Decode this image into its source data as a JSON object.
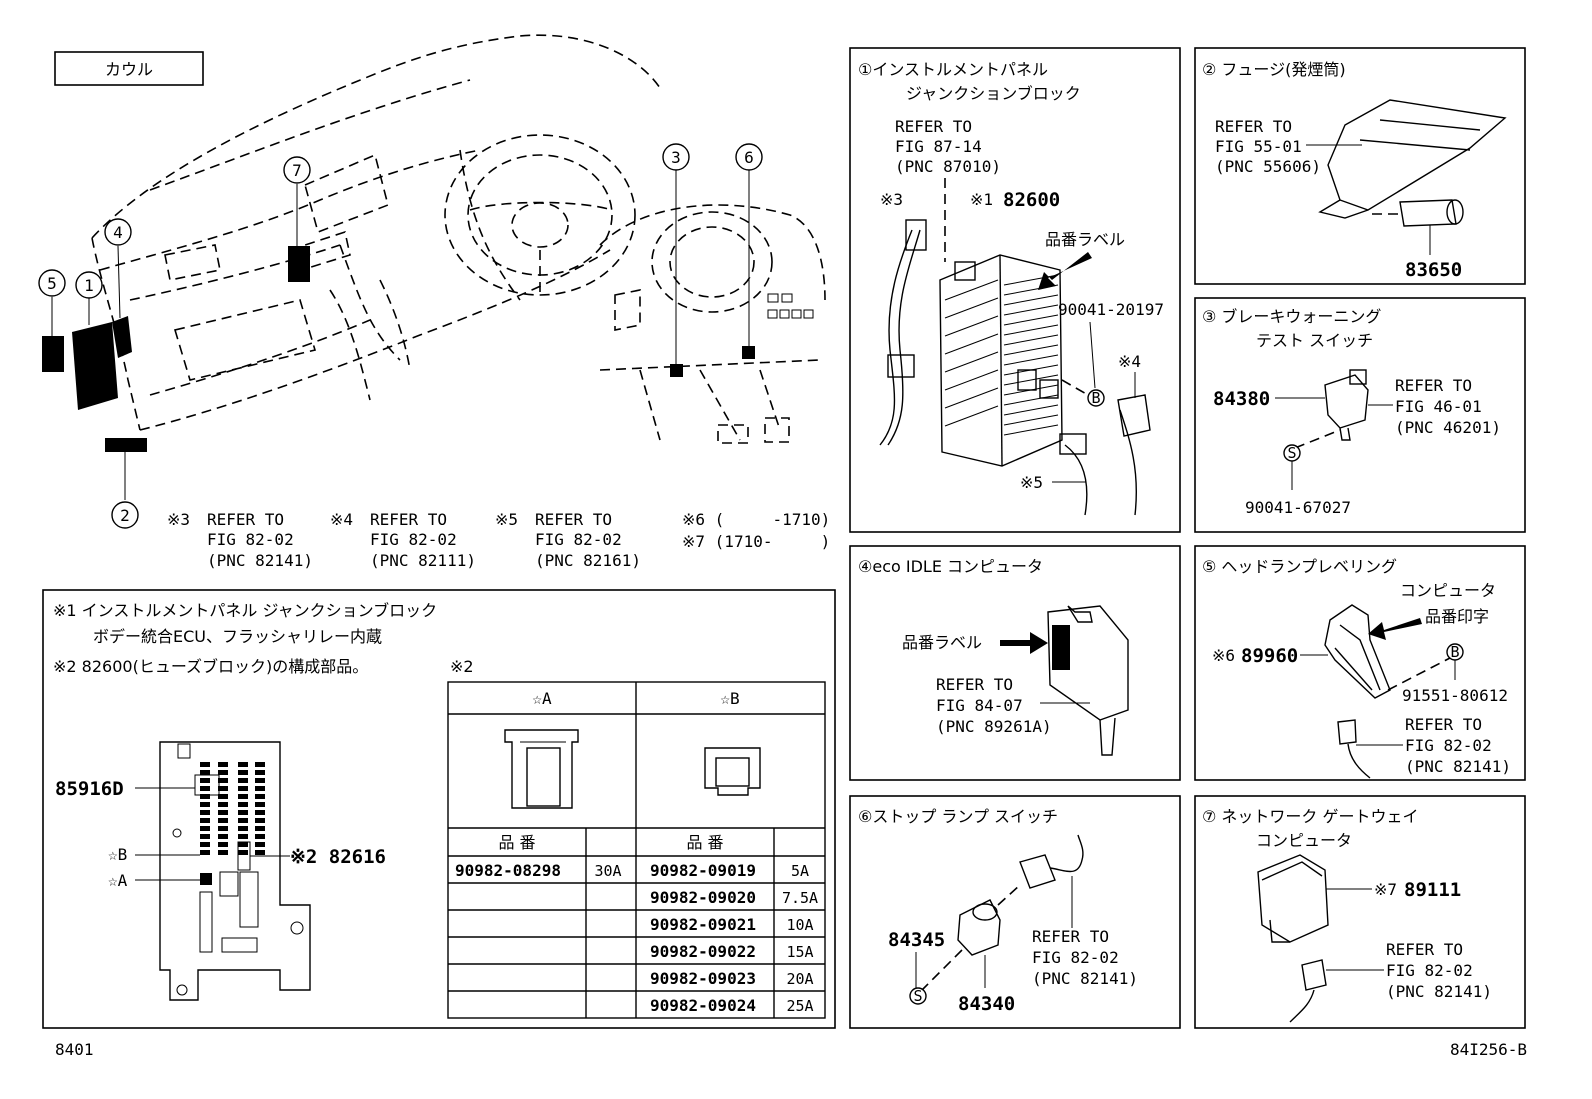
{
  "main": {
    "cowl_label": "カウル",
    "callouts": [
      "⑤",
      "①",
      "④",
      "⑦",
      "②",
      "③",
      "⑥"
    ],
    "refs": [
      {
        "mark": "※3",
        "l1": "REFER TO",
        "l2": "FIG 82-02",
        "l3": "(PNC 82141)"
      },
      {
        "mark": "※4",
        "l1": "REFER TO",
        "l2": "FIG 82-02",
        "l3": "(PNC 82111)"
      },
      {
        "mark": "※5",
        "l1": "REFER TO",
        "l2": "FIG 82-02",
        "l3": "(PNC 82161)"
      }
    ],
    "note6": "※6 (     -1710)",
    "note7": "※7 (1710-     )"
  },
  "notes": {
    "n1_l1": "※1 インストルメントパネル ジャンクションブロック",
    "n1_l2": "ボデー統合ECU、フラッシャリレー内蔵",
    "n2": "※2 82600(ヒューズブロック)の構成部品。",
    "n2_tag": "※2",
    "part_85916d": "85916D",
    "star_b": "☆B",
    "star_a": "☆A",
    "part_82616": "※2 82616"
  },
  "fuse_table": {
    "head_a": "☆A",
    "head_b": "☆B",
    "sub_a": "品 番",
    "sub_b": "品 番",
    "rows": [
      {
        "pa": "90982-08298",
        "aa": "30A",
        "pb": "90982-09019",
        "ab": "5A"
      },
      {
        "pa": "",
        "aa": "",
        "pb": "90982-09020",
        "ab": "7.5A"
      },
      {
        "pa": "",
        "aa": "",
        "pb": "90982-09021",
        "ab": "10A"
      },
      {
        "pa": "",
        "aa": "",
        "pb": "90982-09022",
        "ab": "15A"
      },
      {
        "pa": "",
        "aa": "",
        "pb": "90982-09023",
        "ab": "20A"
      },
      {
        "pa": "",
        "aa": "",
        "pb": "90982-09024",
        "ab": "25A"
      }
    ]
  },
  "p1": {
    "title1": "①インストルメントパネル",
    "title2": "ジャンクションブロック",
    "ref1": "REFER TO",
    "ref2": "FIG 87-14",
    "ref3": "(PNC 87010)",
    "m3": "※3",
    "m1": "※1",
    "part": "82600",
    "label": "品番ラベル",
    "bolt": "90041-20197",
    "m4": "※4",
    "m5": "※5",
    "b": "B"
  },
  "p2": {
    "title": "② フュージ(発煙筒)",
    "ref1": "REFER TO",
    "ref2": "FIG 55-01",
    "ref3": "(PNC 55606)",
    "part": "83650"
  },
  "p3": {
    "title1": "③ ブレーキウォーニング",
    "title2": "テスト スイッチ",
    "part": "84380",
    "ref1": "REFER TO",
    "ref2": "FIG 46-01",
    "ref3": "(PNC 46201)",
    "s": "S",
    "bolt": "90041-67027"
  },
  "p4": {
    "title": "④eco IDLE コンピュータ",
    "label": "品番ラベル",
    "ref1": "REFER TO",
    "ref2": "FIG 84-07",
    "ref3": "(PNC 89261A)"
  },
  "p5": {
    "title1": "⑤ ヘッドランプレベリング",
    "title2": "コンピュータ",
    "print": "品番印字",
    "m6": "※6",
    "part": "89960",
    "b": "B",
    "bolt": "91551-80612",
    "ref1": "REFER TO",
    "ref2": "FIG 82-02",
    "ref3": "(PNC 82141)"
  },
  "p6": {
    "title": "⑥ストップ ランプ スイッチ",
    "part1": "84345",
    "part2": "84340",
    "ref1": "REFER TO",
    "ref2": "FIG 82-02",
    "ref3": "(PNC 82141)",
    "s": "S"
  },
  "p7": {
    "title1": "⑦ ネットワーク  ゲートウェイ",
    "title2": "コンピュータ",
    "m7": "※7",
    "part": "89111",
    "ref1": "REFER TO",
    "ref2": "FIG 82-02",
    "ref3": "(PNC 82141)"
  },
  "footer": {
    "left": "8401",
    "right": "84I256-B"
  }
}
